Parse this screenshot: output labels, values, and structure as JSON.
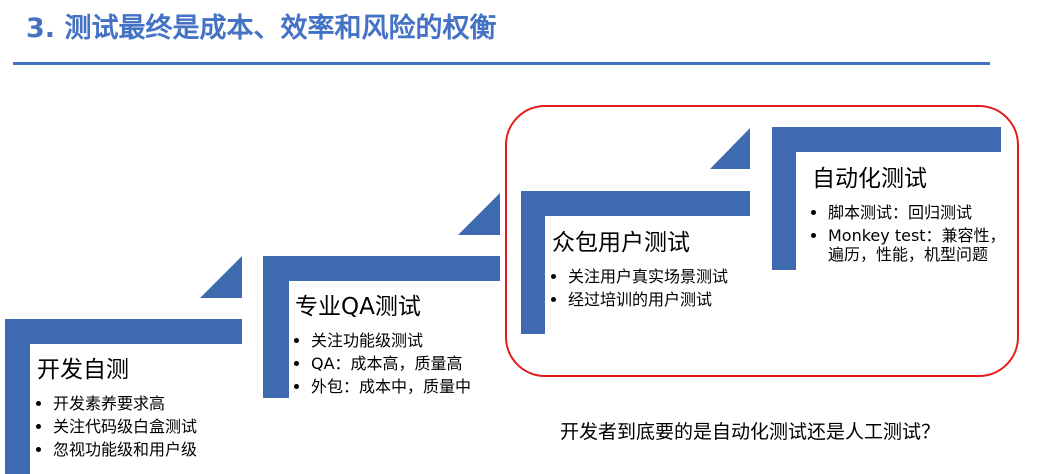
{
  "title": "3. 测试最终是成本、效率和风险的权衡",
  "steps": [
    {
      "title": "开发自测",
      "items": [
        "开发素养要求高",
        "关注代码级白盒测试",
        "忽视功能级和用户级"
      ]
    },
    {
      "title": "专业QA测试",
      "items": [
        "关注功能级测试",
        "QA：成本高，质量高",
        "外包：成本中，质量中"
      ]
    },
    {
      "title": "众包用户测试",
      "items": [
        "关注用户真实场景测试",
        "经过培训的用户测试"
      ]
    },
    {
      "title": "自动化测试",
      "items": [
        "脚本测试：回归测试",
        "Monkey test：兼容性，遍历，性能，机型问题"
      ]
    }
  ],
  "question": "开发者到底要的是自动化测试还是人工测试？",
  "colors": {
    "accent": "#4472C4",
    "bar": "#3E6AB0",
    "highlight": "#E31B1B"
  }
}
